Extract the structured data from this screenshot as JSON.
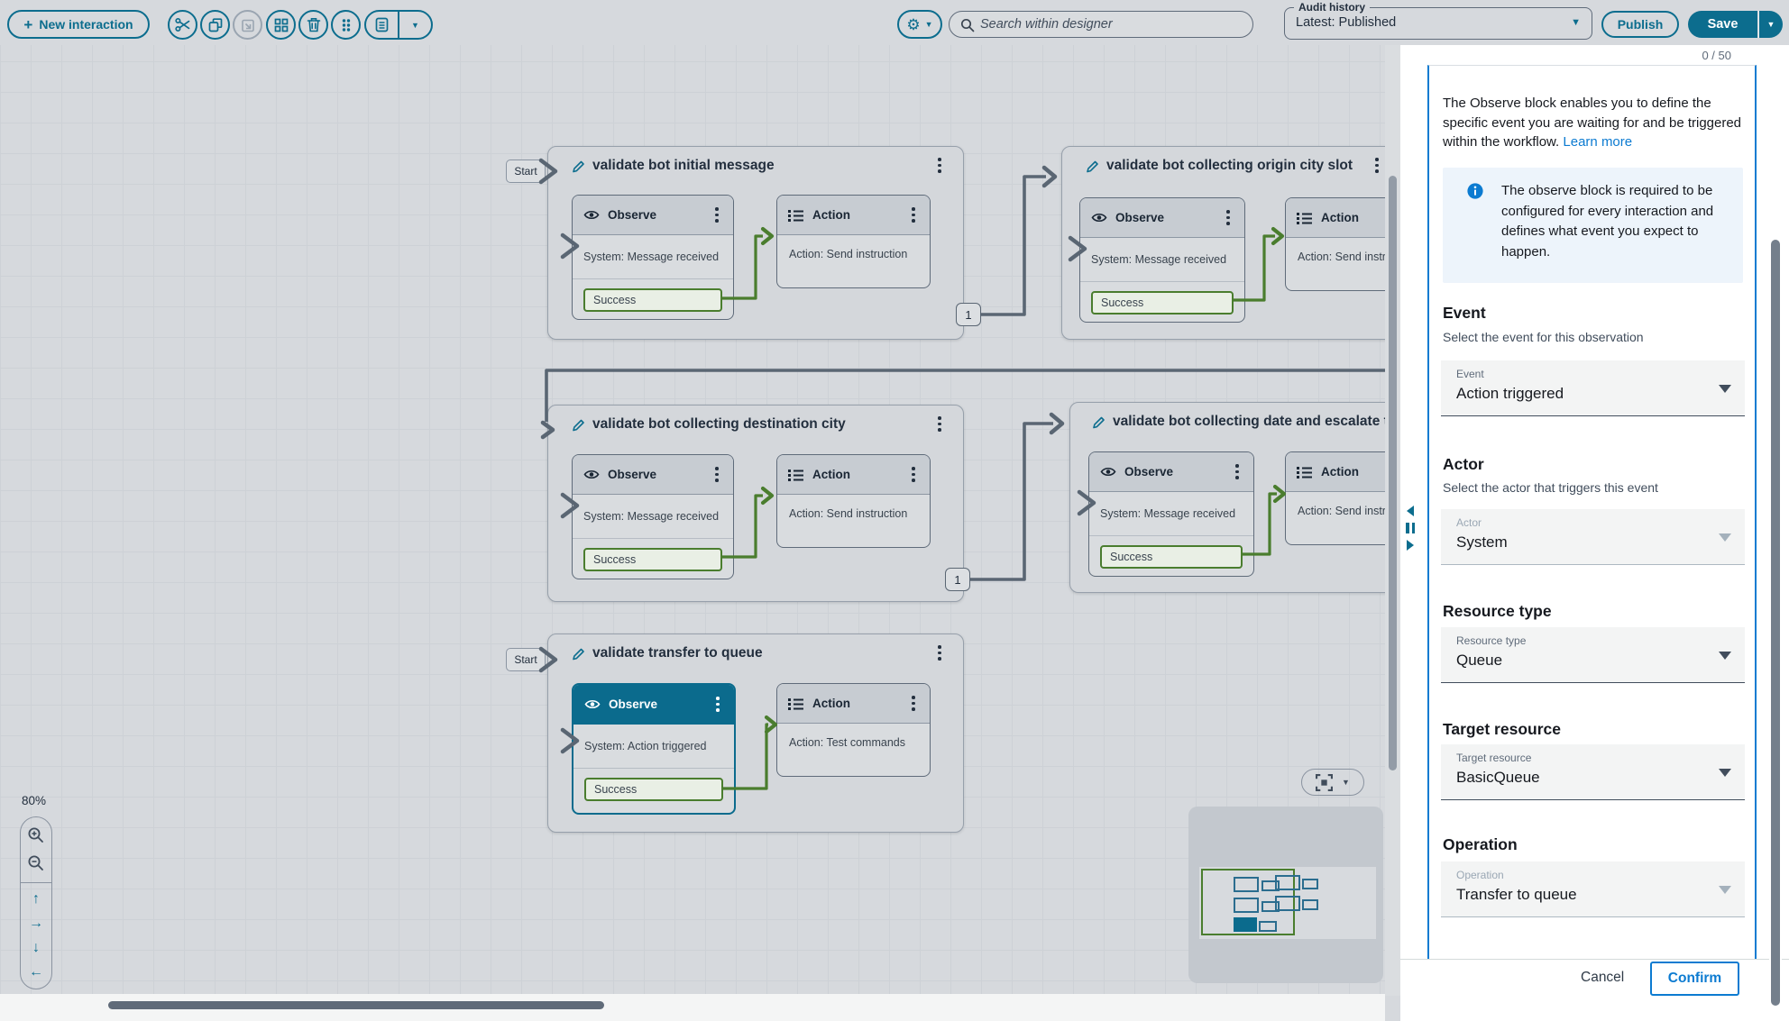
{
  "toolbar": {
    "new_interaction": "New interaction",
    "search_placeholder": "Search within designer",
    "audit_history_label": "Audit history",
    "audit_history_value": "Latest: Published",
    "publish": "Publish",
    "save": "Save"
  },
  "canvas": {
    "zoom_level": "80%",
    "labels": {
      "start": "Start",
      "observe": "Observe",
      "action": "Action",
      "success": "Success",
      "connector_badge": "1"
    },
    "blocks": [
      {
        "title": "validate bot initial message",
        "observe_event": "System: Message received",
        "action_text": "Action: Send instruction"
      },
      {
        "title": "validate bot collecting origin city slot",
        "observe_event": "System: Message received",
        "action_text": "Action: Send instruction"
      },
      {
        "title": "validate bot collecting destination city",
        "observe_event": "System: Message received",
        "action_text": "Action: Send instruction"
      },
      {
        "title": "validate bot collecting date and escalate to",
        "observe_event": "System: Message received",
        "action_text": "Action: Send instruction"
      },
      {
        "title": "validate transfer to queue",
        "observe_event": "System: Action triggered",
        "action_text": "Action: Test commands"
      }
    ]
  },
  "panel": {
    "counter": "0 / 50",
    "intro": "The Observe block enables you to define the specific event you are waiting for and be triggered within the workflow.",
    "learn_more": "Learn more",
    "info_note": "The observe block is required to be configured for every interaction and defines what event you expect to happen.",
    "event": {
      "heading": "Event",
      "desc": "Select the event for this observation",
      "label": "Event",
      "value": "Action triggered"
    },
    "actor": {
      "heading": "Actor",
      "desc": "Select the actor that triggers this event",
      "label": "Actor",
      "value": "System"
    },
    "resource_type": {
      "heading": "Resource type",
      "label": "Resource type",
      "value": "Queue"
    },
    "target_resource": {
      "heading": "Target resource",
      "label": "Target resource",
      "value": "BasicQueue"
    },
    "operation": {
      "heading": "Operation",
      "label": "Operation",
      "value": "Transfer to queue"
    },
    "cancel": "Cancel",
    "confirm": "Confirm"
  },
  "colors": {
    "brand": "#0c6d8e",
    "link_blue": "#0c7bd1",
    "success_green": "#4a7d2e",
    "connector_slate": "#5a6673"
  }
}
